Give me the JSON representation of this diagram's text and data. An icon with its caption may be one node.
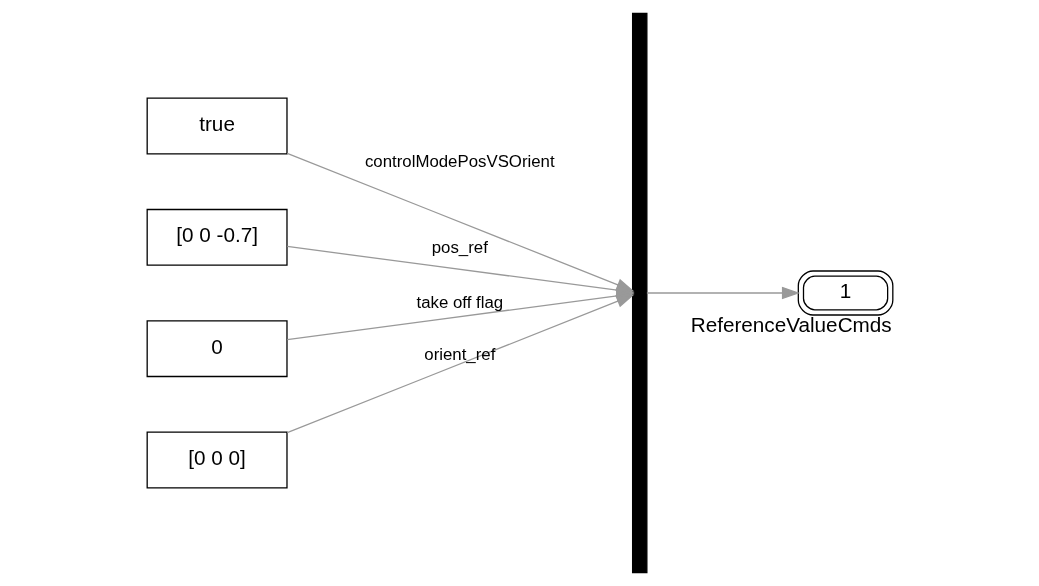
{
  "diagram": {
    "nodes": [
      {
        "text": [
          "true"
        ]
      },
      {
        "text": [
          "[0 0 -0.7]"
        ]
      },
      {
        "text": [
          "0"
        ]
      },
      {
        "text": [
          "[0 0 0]"
        ]
      },
      {
        "text": [],
        "shape": "bar"
      },
      {
        "text": [
          "1"
        ],
        "beside": [
          "ReferenceValueCmds"
        ]
      }
    ],
    "edges": [
      {
        "from": 0,
        "to": 4,
        "arrow": "to",
        "label": "controlModePosVSOrient"
      },
      {
        "from": 1,
        "to": 4,
        "arrow": "to",
        "label": "pos_ref"
      },
      {
        "from": 2,
        "to": 4,
        "arrow": "to",
        "label": "take off flag"
      },
      {
        "from": 3,
        "to": 4,
        "arrow": "to",
        "label": "orient_ref"
      },
      {
        "from": 4,
        "to": 5,
        "arrow": "to"
      }
    ]
  }
}
